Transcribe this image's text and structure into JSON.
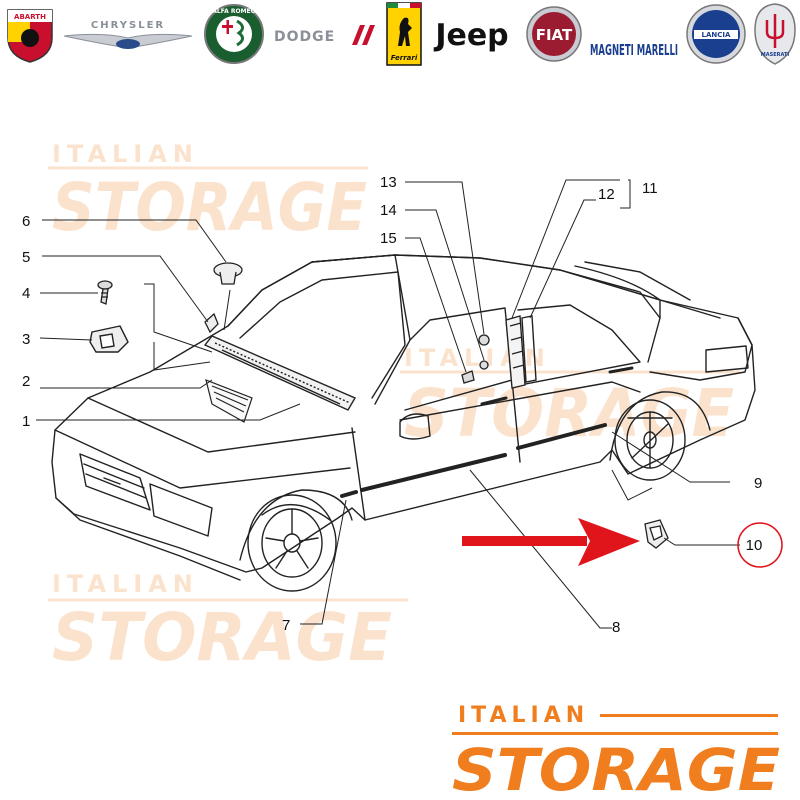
{
  "logos": [
    {
      "name": "abarth",
      "text": "ABARTH",
      "color": "#c8102e"
    },
    {
      "name": "chrysler",
      "text": "CHRYSLER",
      "color": "#8a8f99"
    },
    {
      "name": "alfa-romeo",
      "text": "ALFA ROMEO",
      "color": "#1a5e30"
    },
    {
      "name": "dodge",
      "text": "DODGE",
      "color": "#8a8f99"
    },
    {
      "name": "ferrari",
      "text": "Ferrari",
      "color": "#ffd200"
    },
    {
      "name": "jeep",
      "text": "Jeep",
      "color": "#111111"
    },
    {
      "name": "fiat",
      "text": "FIAT",
      "color": "#9b1b30"
    },
    {
      "name": "magneti-marelli",
      "text": "MAGNETI MARELLI",
      "color": "#1b3f8f"
    },
    {
      "name": "lancia",
      "text": "LANCIA",
      "color": "#1b3f8f"
    },
    {
      "name": "maserati",
      "text": "MASERATI",
      "color": "#1b3f8f"
    }
  ],
  "watermarks": [
    {
      "top": "ITALIAN",
      "bottom": "STORAGE"
    },
    {
      "top": "ITALIAN",
      "bottom": "STORAGE"
    },
    {
      "top": "ITALIAN",
      "bottom": "STORAGE"
    }
  ],
  "brand": {
    "top": "ITALIAN",
    "bottom": "STORAGE",
    "color": "#f07d1e"
  },
  "callouts": [
    "1",
    "2",
    "3",
    "4",
    "5",
    "6",
    "7",
    "8",
    "9",
    "10",
    "11",
    "12",
    "13",
    "14",
    "15"
  ],
  "highlight": {
    "part": "10",
    "color": "#e0141b"
  }
}
